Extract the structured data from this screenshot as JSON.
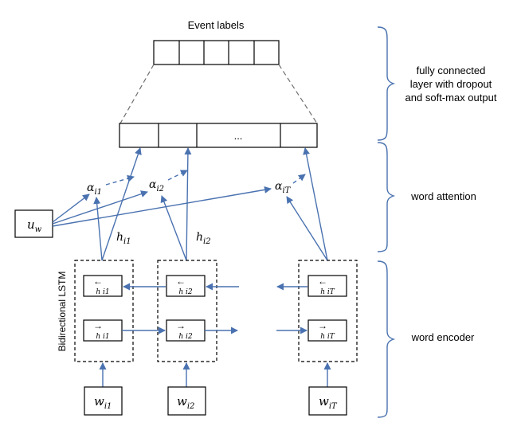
{
  "title": "Event labels",
  "top_box_cells": 5,
  "fc_layer": {
    "ellipsis": "..."
  },
  "brace_labels": {
    "fc_line1": "fully connected",
    "fc_line2": "layer with dropout",
    "fc_line3": "and soft-max output",
    "attention": "word attention",
    "encoder": "word encoder"
  },
  "context_vector": {
    "base": "u",
    "sub": "w"
  },
  "alphas": [
    {
      "base": "α",
      "sub": "i1"
    },
    {
      "base": "α",
      "sub": "i2"
    },
    {
      "base": "α",
      "sub": "iT"
    }
  ],
  "hidden_labels": [
    {
      "base": "h",
      "sub": "i1"
    },
    {
      "base": "h",
      "sub": "i2"
    }
  ],
  "lstm_label": "Bidirectional LSTM",
  "lstm_cells": [
    {
      "back_arrow": "←",
      "back_sub": "h i1",
      "fwd_arrow": "→",
      "fwd_sub": "h i1"
    },
    {
      "back_arrow": "←",
      "back_sub": "h i2",
      "fwd_arrow": "→",
      "fwd_sub": "h i2"
    },
    {
      "back_arrow": "←",
      "back_sub": "h iT",
      "fwd_arrow": "→",
      "fwd_sub": "h iT"
    }
  ],
  "words": [
    {
      "base": "w",
      "sub": "i1"
    },
    {
      "base": "w",
      "sub": "i2"
    },
    {
      "base": "w",
      "sub": "iT"
    }
  ],
  "colors": {
    "arrow": "#4a72b0",
    "box": "#000000",
    "dashed_connector": "#707070"
  }
}
